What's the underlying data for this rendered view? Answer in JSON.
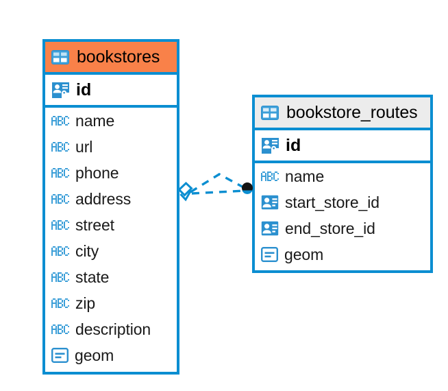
{
  "diagram": {
    "type": "entity-relationship-diagram",
    "background": "#ffffff",
    "accent_color": "#0b8ed1",
    "highlight_color": "#f98149",
    "header_default_color": "#ececec",
    "entities": [
      {
        "name": "bookstores",
        "header_style": "highlighted",
        "header_color": "#f98149",
        "table_icon": "table-icon",
        "primary_key": {
          "label": "id",
          "icon": "primary-key-icon"
        },
        "columns": [
          {
            "label": "name",
            "icon": "abc-text-icon"
          },
          {
            "label": "url",
            "icon": "abc-text-icon"
          },
          {
            "label": "phone",
            "icon": "abc-text-icon"
          },
          {
            "label": "address",
            "icon": "abc-text-icon"
          },
          {
            "label": "street",
            "icon": "abc-text-icon"
          },
          {
            "label": "city",
            "icon": "abc-text-icon"
          },
          {
            "label": "state",
            "icon": "abc-text-icon"
          },
          {
            "label": "zip",
            "icon": "abc-text-icon"
          },
          {
            "label": "description",
            "icon": "abc-text-icon"
          },
          {
            "label": "geom",
            "icon": "geometry-icon"
          }
        ]
      },
      {
        "name": "bookstore_routes",
        "header_style": "default",
        "header_color": "#ececec",
        "table_icon": "table-icon",
        "primary_key": {
          "label": "id",
          "icon": "primary-key-icon"
        },
        "columns": [
          {
            "label": "name",
            "icon": "abc-text-icon"
          },
          {
            "label": "start_store_id",
            "icon": "foreign-key-icon"
          },
          {
            "label": "end_store_id",
            "icon": "foreign-key-icon"
          },
          {
            "label": "geom",
            "icon": "geometry-icon"
          }
        ]
      }
    ],
    "relationship": {
      "line_style": "dashed",
      "line_color": "#0b8ed1",
      "source_endpoint": "crows-foot-diamond",
      "target_endpoint": "filled-circle",
      "target_endpoint_color": "#141414"
    }
  }
}
